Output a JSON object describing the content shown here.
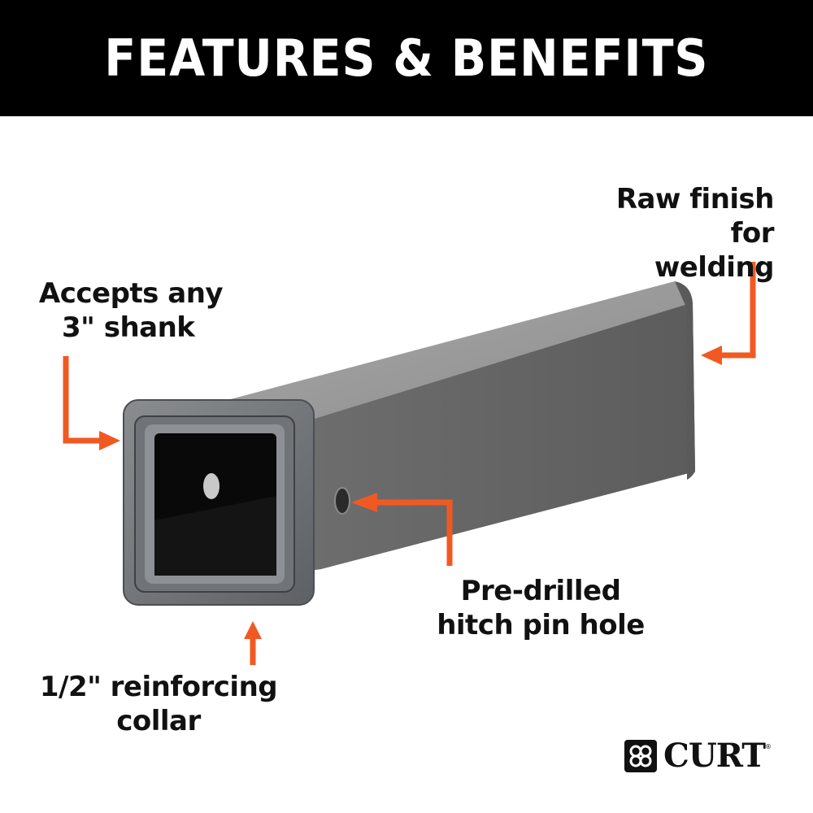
{
  "banner": {
    "title": "FEATURES & BENEFITS",
    "background": "#000000",
    "color": "#ffffff"
  },
  "callouts": [
    {
      "id": "raw-finish",
      "lines": [
        "Raw finish",
        "for welding"
      ]
    },
    {
      "id": "accepts-shank",
      "lines": [
        "Accepts any",
        "3\" shank"
      ]
    },
    {
      "id": "hitch-pin-hole",
      "lines": [
        "Pre-drilled",
        "hitch pin hole"
      ]
    },
    {
      "id": "reinforcing-collar",
      "lines": [
        "1/2\" reinforcing",
        "collar"
      ]
    }
  ],
  "colors": {
    "arrow": "#f05a22",
    "text": "#111111",
    "steel": "#7a7a7a"
  },
  "brand": {
    "name": "CURT",
    "registered": "®"
  }
}
